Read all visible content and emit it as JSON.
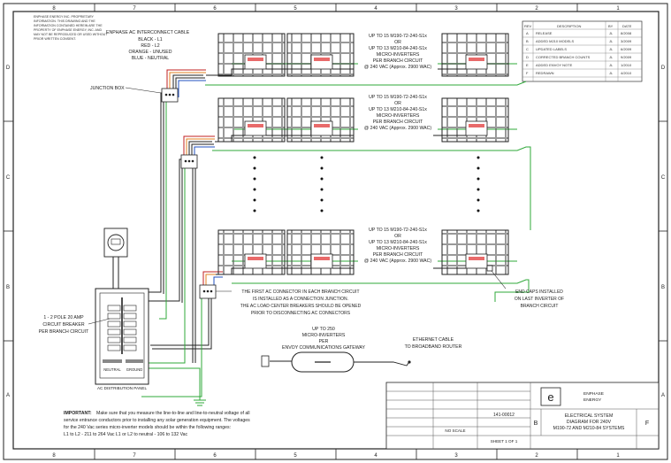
{
  "border": {
    "top_zones": [
      "8",
      "7",
      "6",
      "5",
      "4",
      "3",
      "2",
      "1"
    ],
    "bottom_zones": [
      "8",
      "7",
      "6",
      "5",
      "4",
      "3",
      "2",
      "1"
    ],
    "left_zones": [
      "D",
      "C",
      "B",
      "A"
    ]
  },
  "legal_note": [
    "ENPHASE ENERGY INC. PROPRIETARY",
    "INFORMATION. THIS DRAWING AND THE",
    "INFORMATION CONTAINED HEREIN ARE THE",
    "PROPERTY OF ENPHASE ENERGY, INC. AND",
    "MAY NOT BE REPRODUCED OR USED WITHOUT",
    "PRIOR WRITTEN CONSENT."
  ],
  "cable_legend": {
    "title": "ENPHASE AC INTERCONNECT CABLE",
    "lines": [
      "BLACK - L1",
      "RED - L2",
      "ORANGE - UNUSED",
      "BLUE - NEUTRAL"
    ]
  },
  "labels": {
    "junction_box": "JUNCTION BOX",
    "breaker": [
      "1 - 2 POLE 20 AMP",
      "CIRCUIT BREAKER",
      "PER BRANCH CIRCUIT"
    ],
    "neutral": "NEUTRAL",
    "ground": "GROUND",
    "load_center": "AC DISTRIBUTION PANEL",
    "first_connector": [
      "THE FIRST AC CONNECTOR IN EACH BRANCH CIRCUIT",
      "IS INSTALLED AS A CONNECTION JUNCTION.",
      "THE AC LOAD CENTER BREAKERS SHOULD BE OPENED",
      "PRIOR TO DISCONNECTING AC CONNECTORS"
    ],
    "end_caps": [
      "END CAPS INSTALLED",
      "ON LAST INVERTER OF",
      "BRANCH CIRCUIT"
    ],
    "gateway": [
      "UP TO 250",
      "MICRO-INVERTERS",
      "PER",
      "ENVOY COMMUNICATIONS GATEWAY"
    ],
    "ethernet": [
      "ETHERNET CABLE",
      "TO BROADBAND ROUTER"
    ]
  },
  "branch_circuits": [
    {
      "lines": [
        "UP TO 15 M190-72-240-S1x",
        "OR",
        "UP TO 13 M210-84-240-S1x",
        "MICRO-INVERTERS",
        "PER BRANCH CIRCUIT",
        "@ 240 VAC (Approx. 2900 WAC)"
      ]
    },
    {
      "lines": [
        "UP TO 15 M190-72-240-S1x",
        "OR",
        "UP TO 13 M210-84-240-S1x",
        "MICRO-INVERTERS",
        "PER BRANCH CIRCUIT",
        "@ 240 VAC (Approx. 2900 WAC)"
      ]
    },
    {
      "lines": [
        "UP TO 15 M190-72-240-S1x",
        "OR",
        "UP TO 13 M210-84-240-S1x",
        "MICRO-INVERTERS",
        "PER BRANCH CIRCUIT",
        "@ 240 VAC (Approx. 2900 WAC)"
      ]
    }
  ],
  "revision_table": {
    "headers": [
      "REV",
      "DESCRIPTION",
      "BY",
      "DATE"
    ],
    "rows": [
      [
        "A",
        "RELEASE",
        "JL",
        "8/2008"
      ],
      [
        "B",
        "ADDED M210 MODELS",
        "JL",
        "3/2009"
      ],
      [
        "C",
        "UPDATED LABELS",
        "JL",
        "6/2009"
      ],
      [
        "D",
        "CORRECTED BRANCH COUNTS",
        "JL",
        "9/2009"
      ],
      [
        "E",
        "ADDED ENVOY NOTE",
        "JL",
        "1/2010"
      ],
      [
        "F",
        "REDRAWN",
        "JL",
        "4/2010"
      ]
    ]
  },
  "important": {
    "heading": "IMPORTANT:",
    "lines": [
      "Make sure that you measure the line-to-line and line-to-neutral voltage of all",
      "service entrance conductors prior to installing any solar generation equipment. The voltages",
      "for the 240 Vac series micro-inverter models should be within the following ranges:",
      "L1 to L2 - 211 to 264 Vac        L1 or L2 to neutral - 106 to 132 Vac"
    ]
  },
  "title_block": {
    "logo_letter": "e",
    "company": [
      "ENPHASE",
      "ENERGY"
    ],
    "title": [
      "ELECTRICAL SYSTEM",
      "DIAGRAM FOR 240V",
      "M190-72 AND M210-84 SYSTEMS"
    ],
    "size": "B",
    "dwg_no": "141-00012",
    "rev": "F",
    "scale": "NO SCALE",
    "sheet": "SHEET 1 OF 1"
  }
}
